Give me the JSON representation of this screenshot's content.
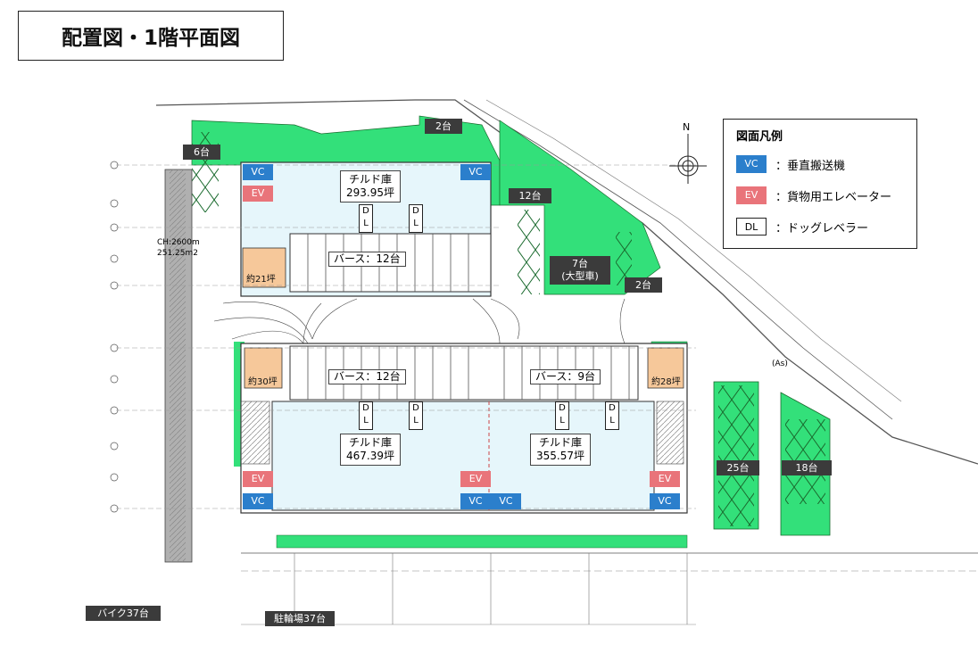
{
  "title": "配置図・1階平面図",
  "legend": {
    "heading": "図面凡例",
    "items": [
      {
        "code": "VC",
        "text": "：垂直搬送機",
        "color": "#2b7fcc"
      },
      {
        "code": "EV",
        "text": "：貨物用エレベーター",
        "color": "#e9747a"
      },
      {
        "code": "DL",
        "text": "：ドッグレベラー",
        "color": "#ffffff"
      }
    ]
  },
  "compass": "N",
  "rooms": {
    "north": {
      "name": "チルド庫",
      "area": "293.95坪"
    },
    "south_west": {
      "name": "チルド庫",
      "area": "467.39坪"
    },
    "south_east": {
      "name": "チルド庫",
      "area": "355.57坪"
    }
  },
  "berths": {
    "north": "バース：12台",
    "middle_west": "バース：12台",
    "middle_east": "バース：9台"
  },
  "offices": {
    "north": "約21坪",
    "west": "約30坪",
    "east": "約28坪"
  },
  "parking": {
    "p6": "6台",
    "p2_top": "2台",
    "p12": "12台",
    "p7": "7台",
    "p7_note": "(大型車)",
    "p2_right": "2台",
    "p25": "25台",
    "p18": "18台",
    "bike": "バイク37台",
    "bicycle": "駐輪場37台"
  },
  "codes": {
    "vc": "VC",
    "ev": "EV",
    "dl_d": "D",
    "dl_l": "L"
  },
  "notes": {
    "ch_left": "CH:2600m",
    "area_left": "251.25m2",
    "as": "(As)"
  },
  "colors": {
    "green": "#33e07a",
    "vc": "#2b7fcc",
    "ev": "#e9747a",
    "orange": "#f6c89a",
    "cold": "#e6f6fb"
  }
}
